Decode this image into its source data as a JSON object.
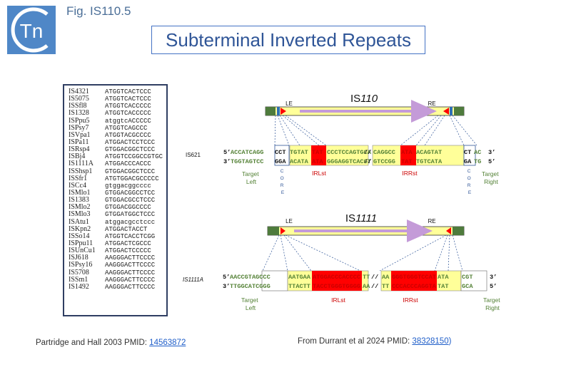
{
  "header": {
    "fig_label": "Fig. IS110.5",
    "title": "Subterminal Inverted Repeats",
    "logo_text": "Tn"
  },
  "left_table": {
    "rows": [
      {
        "name": "IS4321",
        "seq": "ATGGTCACTCCC"
      },
      {
        "name": "IS5075",
        "seq": "ATGGTCACTCCC"
      },
      {
        "name": "ISSfl8",
        "seq": "ATGGTCACCCCC"
      },
      {
        "name": "IS1328",
        "seq": "ATGGTCACCCCC"
      },
      {
        "name": "ISPpu5",
        "seq": "atggtcACCCCC"
      },
      {
        "name": "ISPsy7",
        "seq": "ATGGTCAGCCC"
      },
      {
        "name": "ISVpa1",
        "seq": "ATGGTACGCCCC"
      },
      {
        "name": "ISPa11",
        "seq": "ATGGACTCCTCCC"
      },
      {
        "name": "ISRsp4",
        "seq": "GTGGACGGCTCCC"
      },
      {
        "name": "ISBj4",
        "seq": "ATGGTCCGGCCGTGC"
      },
      {
        "name": "IS1111A",
        "seq": "ATGGACCCACCC"
      },
      {
        "name": "ISShsp1",
        "seq": "GTGGACGGCTCCC"
      },
      {
        "name": "ISSfr1",
        "seq": "ATGTGGACGCCCCC"
      },
      {
        "name": "ISCc4",
        "seq": "gtggacggcccc"
      },
      {
        "name": "ISMlo1",
        "seq": "GTGGACGGCCTCC"
      },
      {
        "name": "IS1383",
        "seq": "GTGGACGCCTCCC"
      },
      {
        "name": "ISMlo2",
        "seq": "GTGGACGGCCCC"
      },
      {
        "name": "ISMlo3",
        "seq": "GTGGATGGCTCCC"
      },
      {
        "name": "ISAtu1",
        "seq": "atggacgcctccc"
      },
      {
        "name": "ISKpn2",
        "seq": "ATGGACTACCT"
      },
      {
        "name": "ISSo14",
        "seq": "ATGGTCACCTCGG"
      },
      {
        "name": "ISPpu11",
        "seq": "ATGGACTCGCCC"
      },
      {
        "name": "ISUnCu1",
        "seq": "ATGGACTCCCCC"
      },
      {
        "name": "ISJ618",
        "seq": "AAGGGACTTCCCC"
      },
      {
        "name": "ISPsy16",
        "seq": "AAGGGACTTCCCC"
      },
      {
        "name": "IS5708",
        "seq": "AAGGGACTTCCCC"
      },
      {
        "name": "ISSm1",
        "seq": "AAGGGACTTCCCC"
      },
      {
        "name": "IS1492",
        "seq": "AAGGGACTTCCCC"
      }
    ]
  },
  "citations": {
    "left_text": "Partridge and Hall 2003 PMID: ",
    "left_link": "14563872",
    "right_text": "From Durrant et al 2024 PMID: ",
    "right_link": "38328150",
    "right_suffix": ")"
  },
  "is110": {
    "title_prefix": "IS",
    "title_num": "110",
    "le": "LE",
    "re": "RE",
    "element_label": "IS621",
    "top_strand": {
      "p5": "5’",
      "left_target": "ACCATCAGG",
      "left_core": "CCT",
      "left_flank": "TGTAT",
      "left_ir": "TAT",
      "left_rest": "CCCTCCAGTGCA",
      "slash": "//",
      "right_pre": "CAGGCC",
      "right_ir": "ATA",
      "right_flank": "ACAGTAT",
      "right_core": "CT",
      "right_target": "AC",
      "p3": "3’"
    },
    "bottom_strand": {
      "p3": "3’",
      "left_target": "TGGTAGTCC",
      "left_core": "GGA",
      "left_flank": "ACATA",
      "left_ir": "ATA",
      "left_rest": "GGGAGGTCACGT",
      "slash": "//",
      "right_pre": "GTCCGG",
      "right_ir": "TAT",
      "right_flank": "TGTCATA",
      "right_core": "GA",
      "right_target": "TG",
      "p5": "5’"
    },
    "labels": {
      "target_left_1": "Target",
      "target_left_2": "Left",
      "core_left": [
        "C",
        "O",
        "R",
        "E"
      ],
      "irlst": "IRLst",
      "irrst": "IRRst",
      "core_right": [
        "C",
        "O",
        "R",
        "E"
      ],
      "target_right_1": "Target",
      "target_right_2": "Right"
    }
  },
  "is1111": {
    "title_prefix": "IS",
    "title_num": "1111",
    "le": "LE",
    "re": "RE",
    "element_label": "IS1111A",
    "top_strand": {
      "p5": "5’",
      "left_target": "AACCGTAGCCC",
      "left_flank": "AATGAA",
      "left_ir": "ATGGACCCACCCC",
      "left_rest": "TT",
      "slash": "//",
      "right_pre": "AA",
      "right_ir": "GGGTGGGTCCAT",
      "right_flank": "ATA",
      "right_target": "CGT",
      "p3": "3’"
    },
    "bottom_strand": {
      "p3": "3’",
      "left_target": "TTGGCATCGGG",
      "left_flank": "TTACTT",
      "left_ir": "TACCTGGGTGGGG",
      "left_rest": "AA",
      "slash": "//",
      "right_pre": "TT",
      "right_ir": "CCCACCCAGGTA",
      "right_flank": "TAT",
      "right_target": "GCA",
      "p5": "5’"
    },
    "labels": {
      "target_left_1": "Target",
      "target_left_2": "Left",
      "irlst": "IRLst",
      "irrst": "IRRst",
      "target_right_1": "Target",
      "target_right_2": "Right"
    }
  },
  "colors": {
    "green": "#538135",
    "yellow_fill": "#ffff99",
    "ir_red": "#ff0000",
    "ir_text": "#cc0000",
    "arrow_violet": "#c49bd8",
    "blue_line": "#2f5597",
    "end_bar": "#4e7b3c"
  }
}
